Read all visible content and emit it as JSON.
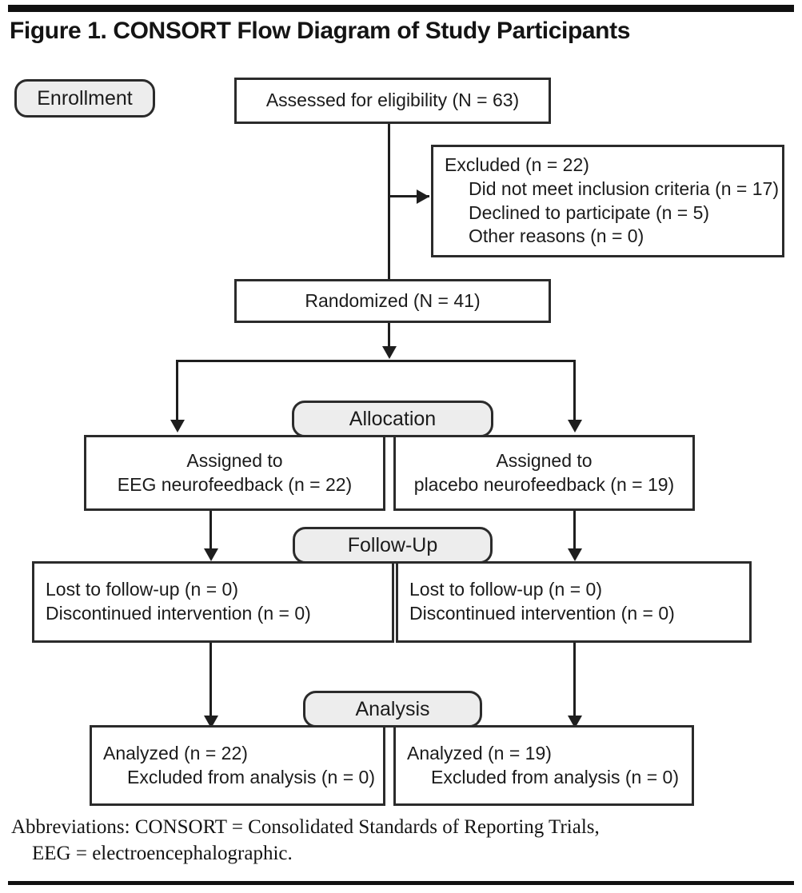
{
  "figure": {
    "title": "Figure 1. CONSORT Flow Diagram of Study Participants"
  },
  "stage_labels": {
    "enrollment": "Enrollment",
    "allocation": "Allocation",
    "follow_up": "Follow-Up",
    "analysis": "Analysis"
  },
  "nodes": {
    "assessed": {
      "line1": "Assessed for eligibility (N = 63)"
    },
    "excluded": {
      "line1": "Excluded (n = 22)",
      "line2": "Did not meet inclusion criteria (n = 17)",
      "line3": "Declined to participate (n = 5)",
      "line4": "Other reasons (n = 0)"
    },
    "randomized": {
      "line1": "Randomized (N = 41)"
    },
    "allocated_left": {
      "line1": "Assigned to",
      "line2": "EEG neurofeedback (n = 22)"
    },
    "allocated_right": {
      "line1": "Assigned to",
      "line2": "placebo neurofeedback (n = 19)"
    },
    "followup_left": {
      "line1": "Lost to follow-up (n = 0)",
      "line2": "Discontinued intervention (n = 0)"
    },
    "followup_right": {
      "line1": "Lost to follow-up (n = 0)",
      "line2": "Discontinued intervention (n = 0)"
    },
    "analyzed_left": {
      "line1": "Analyzed (n = 22)",
      "line2": "Excluded from analysis (n = 0)"
    },
    "analyzed_right": {
      "line1": "Analyzed (n = 19)",
      "line2": "Excluded from analysis (n = 0)"
    }
  },
  "footnote": {
    "line1": "Abbreviations: CONSORT = Consolidated Standards of Reporting Trials,",
    "line2": "EEG = electroencephalographic."
  },
  "colors": {
    "ink": "#1a1a1a",
    "rule": "#111111",
    "pill_fill": "#ededed",
    "box_border": "#2b2b2b"
  },
  "chart_data": {
    "type": "flow-diagram",
    "title": "Figure 1. CONSORT Flow Diagram of Study Participants",
    "stages": [
      "Enrollment",
      "Allocation",
      "Follow-Up",
      "Analysis"
    ],
    "nodes": [
      {
        "id": "assessed",
        "stage": "Enrollment",
        "label": "Assessed for eligibility",
        "n": 63,
        "n_symbol": "N"
      },
      {
        "id": "excluded",
        "stage": "Enrollment",
        "label": "Excluded",
        "n": 22,
        "n_symbol": "n",
        "reasons": [
          {
            "label": "Did not meet inclusion criteria",
            "n": 17
          },
          {
            "label": "Declined to participate",
            "n": 5
          },
          {
            "label": "Other reasons",
            "n": 0
          }
        ]
      },
      {
        "id": "randomized",
        "stage": "Enrollment",
        "label": "Randomized",
        "n": 41,
        "n_symbol": "N"
      },
      {
        "id": "allocated_left",
        "stage": "Allocation",
        "label": "Assigned to EEG neurofeedback",
        "n": 22,
        "n_symbol": "n"
      },
      {
        "id": "allocated_right",
        "stage": "Allocation",
        "label": "Assigned to placebo neurofeedback",
        "n": 19,
        "n_symbol": "n"
      },
      {
        "id": "followup_left",
        "stage": "Follow-Up",
        "label": "Lost to follow-up",
        "n": 0,
        "n_symbol": "n"
      },
      {
        "id": "followup_left_disc",
        "stage": "Follow-Up",
        "label": "Discontinued intervention",
        "n": 0,
        "n_symbol": "n"
      },
      {
        "id": "followup_right",
        "stage": "Follow-Up",
        "label": "Lost to follow-up",
        "n": 0,
        "n_symbol": "n"
      },
      {
        "id": "followup_right_disc",
        "stage": "Follow-Up",
        "label": "Discontinued intervention",
        "n": 0,
        "n_symbol": "n"
      },
      {
        "id": "analyzed_left",
        "stage": "Analysis",
        "label": "Analyzed",
        "n": 22,
        "n_symbol": "n"
      },
      {
        "id": "analyzed_left_excl",
        "stage": "Analysis",
        "label": "Excluded from analysis",
        "n": 0,
        "n_symbol": "n"
      },
      {
        "id": "analyzed_right",
        "stage": "Analysis",
        "label": "Analyzed",
        "n": 19,
        "n_symbol": "n"
      },
      {
        "id": "analyzed_right_excl",
        "stage": "Analysis",
        "label": "Excluded from analysis",
        "n": 0,
        "n_symbol": "n"
      }
    ],
    "edges": [
      {
        "from": "assessed",
        "to": "excluded",
        "direction": "right"
      },
      {
        "from": "assessed",
        "to": "randomized",
        "direction": "down"
      },
      {
        "from": "randomized",
        "to": "allocated_left",
        "direction": "down-left"
      },
      {
        "from": "randomized",
        "to": "allocated_right",
        "direction": "down-right"
      },
      {
        "from": "allocated_left",
        "to": "followup_left",
        "direction": "down"
      },
      {
        "from": "allocated_right",
        "to": "followup_right",
        "direction": "down"
      },
      {
        "from": "followup_left",
        "to": "analyzed_left",
        "direction": "down"
      },
      {
        "from": "followup_right",
        "to": "analyzed_right",
        "direction": "down"
      }
    ]
  }
}
